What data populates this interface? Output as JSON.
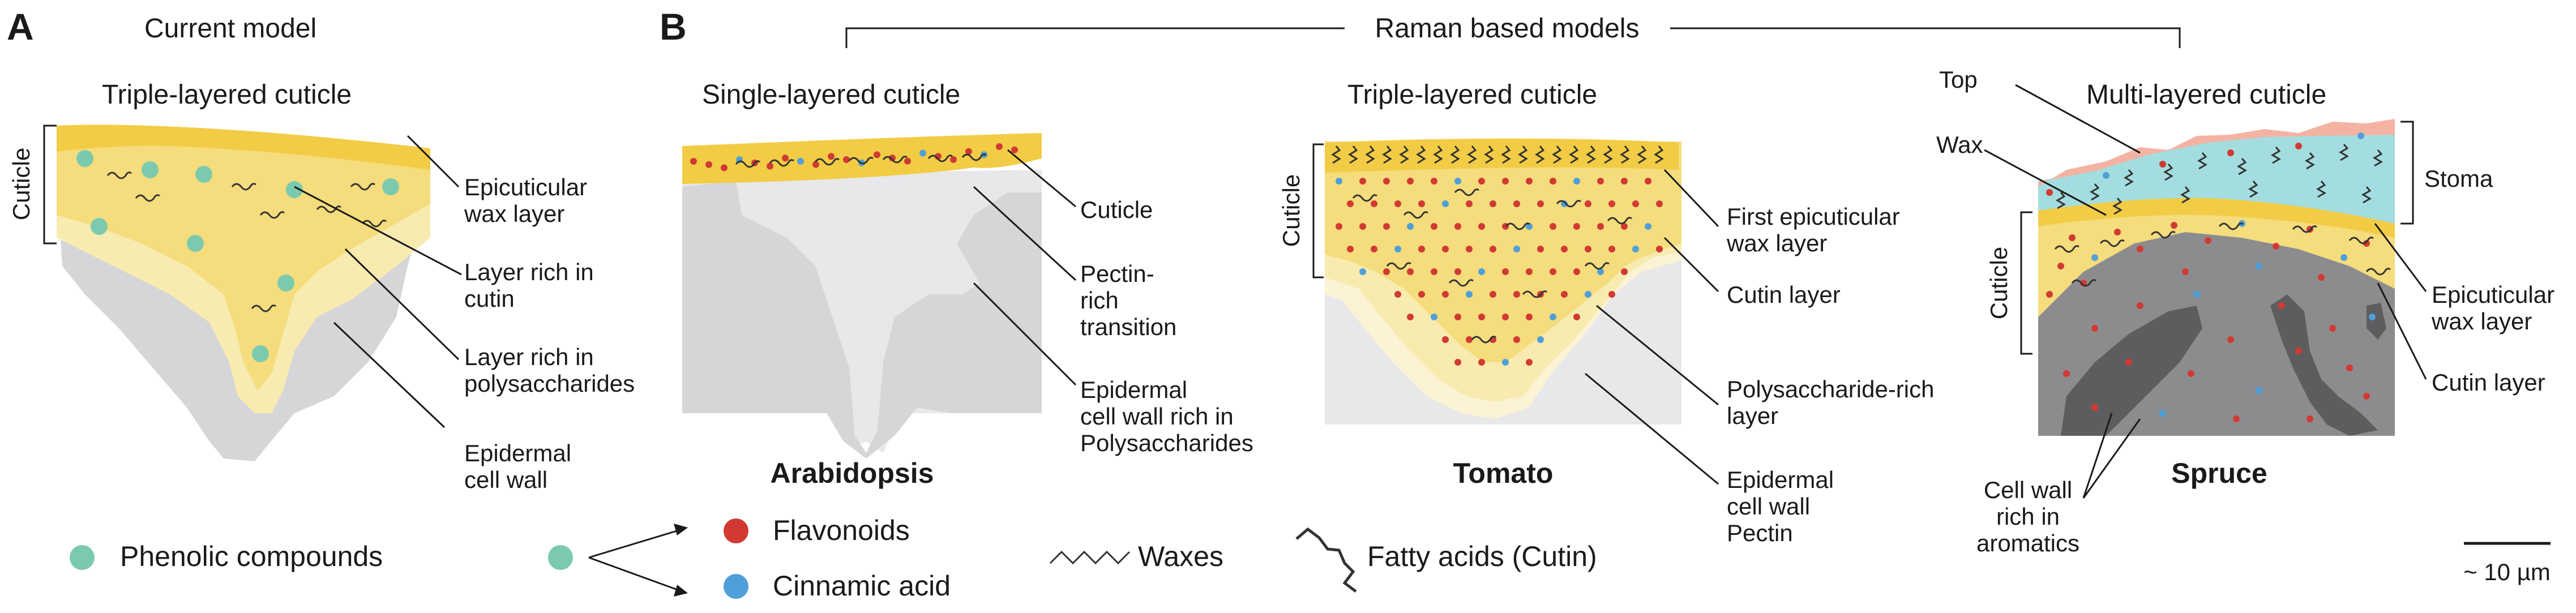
{
  "colors": {
    "wax_yellow": "#f2cc45",
    "cutin_yellow": "#f5dc7c",
    "polysaccharide_yellow": "#f8ebb0",
    "pectin_pale": "#fbf3d3",
    "cell_wall_gray": "#d6d6d8",
    "cell_wall_light": "#e8e8ea",
    "stoma_cyan": "#a4dde0",
    "top_pink": "#f4b3a2",
    "aromatic_gray": "#8c8c8e",
    "aromatic_dark": "#5d5d5f",
    "phenolic_green": "#7ccaae",
    "flavonoid_red": "#d13a33",
    "cinnamic_blue": "#4f9fd8"
  },
  "panel_a": {
    "letter": "A",
    "heading": "Current model",
    "title": "Triple-layered cuticle",
    "side_label": "Cuticle",
    "labels": [
      "Epicuticular",
      "wax layer",
      "Layer rich in",
      "cutin",
      "Layer rich in",
      "polysaccharides",
      "Epidermal",
      "cell wall"
    ]
  },
  "panel_b": {
    "letter": "B",
    "heading": "Raman based models",
    "arabidopsis": {
      "title": "Single-layered cuticle",
      "species": "Arabidopsis",
      "labels": [
        "Cuticle",
        "Pectin-",
        "rich",
        "transition",
        "Epidermal",
        "cell wall rich in",
        "Polysaccharides"
      ]
    },
    "tomato": {
      "title": "Triple-layered cuticle",
      "species": "Tomato",
      "side_label": "Cuticle",
      "labels": [
        "First epicuticular",
        "wax layer",
        "Cutin layer",
        "Polysaccharide-rich",
        "layer",
        "Epidermal",
        "cell wall",
        "Pectin"
      ]
    },
    "spruce": {
      "title": "Multi-layered cuticle",
      "species": "Spruce",
      "side_label": "Cuticle",
      "labels": [
        "Top",
        "Wax",
        "Stoma",
        "Epicuticular",
        "wax layer",
        "Cutin layer",
        "Cell wall",
        "rich in",
        "aromatics"
      ]
    }
  },
  "legend": {
    "phenolic": "Phenolic compounds",
    "flavonoids": "Flavonoids",
    "cinnamic": "Cinnamic acid",
    "waxes": "Waxes",
    "fatty_acids": "Fatty acids (Cutin)",
    "scale": "~ 10 µm"
  }
}
